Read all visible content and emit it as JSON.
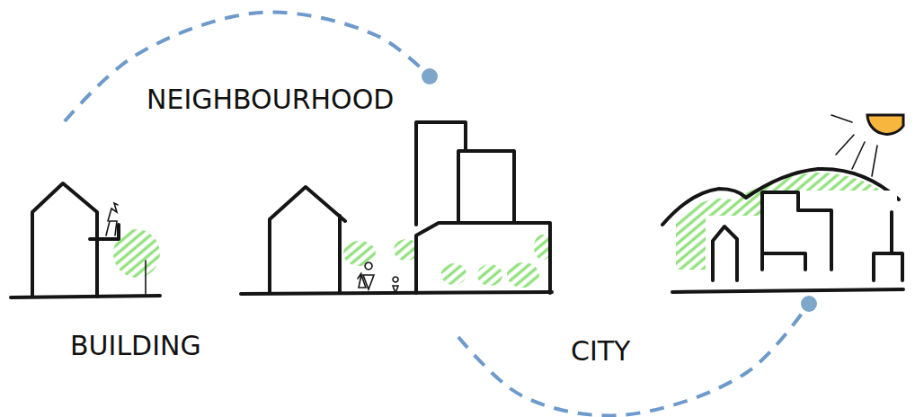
{
  "diagram": {
    "nodes": [
      {
        "text": [
          "BUILDING"
        ]
      },
      {
        "text": [
          "NEIGHBOURHOOD"
        ]
      },
      {
        "text": [
          "CITY"
        ]
      }
    ],
    "edges": [
      {
        "from": 0,
        "to": 1,
        "arrow": "to"
      },
      {
        "from": 1,
        "to": 2,
        "arrow": "to"
      }
    ]
  }
}
